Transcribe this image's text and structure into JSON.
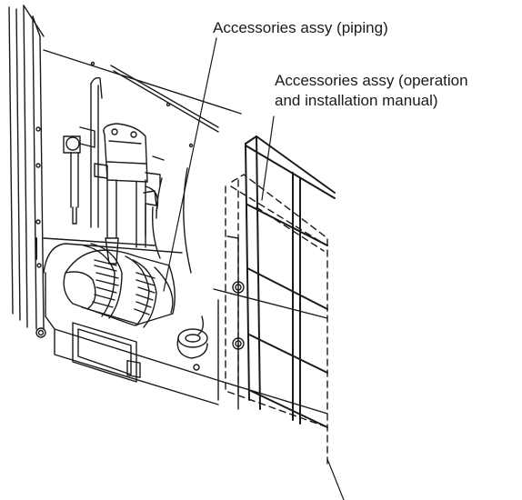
{
  "labels": {
    "piping": "Accessories assy (piping)",
    "manual_line1": "Accessories assy (operation",
    "manual_line2": "and installation manual)"
  }
}
